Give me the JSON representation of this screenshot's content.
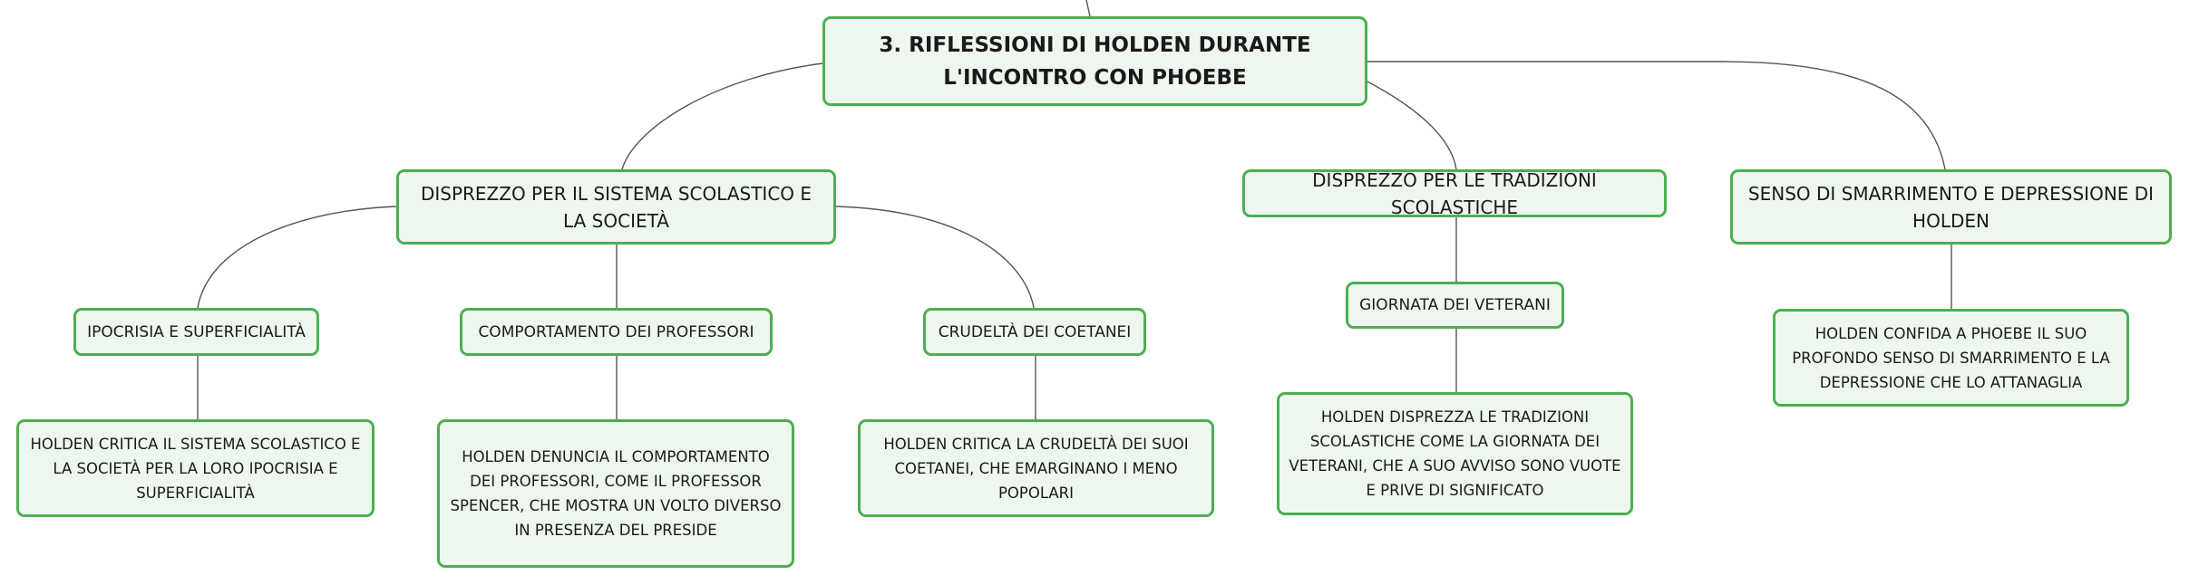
{
  "diagram": {
    "root": {
      "label": "3. RIFLESSIONI DI HOLDEN DURANTE L'INCONTRO CON PHOEBE"
    },
    "branches": [
      {
        "label": "DISPREZZO PER IL SISTEMA SCOLASTICO E LA SOCIETÀ",
        "children": [
          {
            "label": "IPOCRISIA E SUPERFICIALITÀ",
            "detail": "HOLDEN CRITICA IL SISTEMA SCOLASTICO E LA SOCIETÀ PER LA LORO IPOCRISIA E SUPERFICIALITÀ"
          },
          {
            "label": "COMPORTAMENTO DEI PROFESSORI",
            "detail": "HOLDEN DENUNCIA IL COMPORTAMENTO DEI PROFESSORI, COME IL PROFESSOR SPENCER, CHE MOSTRA UN VOLTO DIVERSO IN PRESENZA DEL PRESIDE"
          },
          {
            "label": "CRUDELTÀ DEI COETANEI",
            "detail": "HOLDEN CRITICA LA CRUDELTÀ DEI SUOI COETANEI, CHE EMARGINANO I MENO POPOLARI"
          }
        ]
      },
      {
        "label": "DISPREZZO PER LE TRADIZIONI SCOLASTICHE",
        "children": [
          {
            "label": "GIORNATA DEI VETERANI",
            "detail": "HOLDEN DISPREZZA LE TRADIZIONI SCOLASTICHE COME LA GIORNATA DEI VETERANI, CHE A SUO AVVISO SONO VUOTE E PRIVE DI SIGNIFICATO"
          }
        ]
      },
      {
        "label": "SENSO DI SMARRIMENTO E DEPRESSIONE DI HOLDEN",
        "detail": "HOLDEN CONFIDA A PHOEBE IL SUO PROFONDO SENSO DI SMARRIMENTO E LA DEPRESSIONE CHE LO ATTANAGLIA"
      }
    ]
  },
  "colors": {
    "border": "#4caf50",
    "fill": "#eef7ef",
    "connector": "#555555"
  }
}
